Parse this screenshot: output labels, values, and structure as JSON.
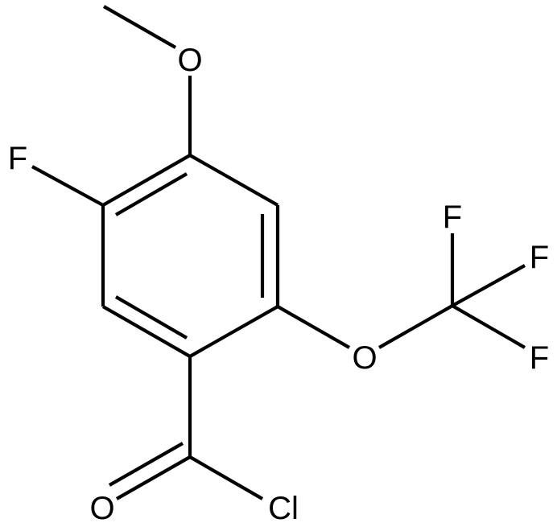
{
  "molecule": {
    "colors": {
      "bond": "#000000",
      "label": "#000000",
      "background": "#ffffff"
    },
    "labels": {
      "methoxy_oxygen": "O",
      "ring_fluorine": "F",
      "ether_oxygen": "O",
      "cf3_fluorine_top": "F",
      "cf3_fluorine_right": "F",
      "cf3_fluorine_bottom": "F",
      "carbonyl_oxygen": "O",
      "acyl_chlorine": "Cl"
    }
  }
}
